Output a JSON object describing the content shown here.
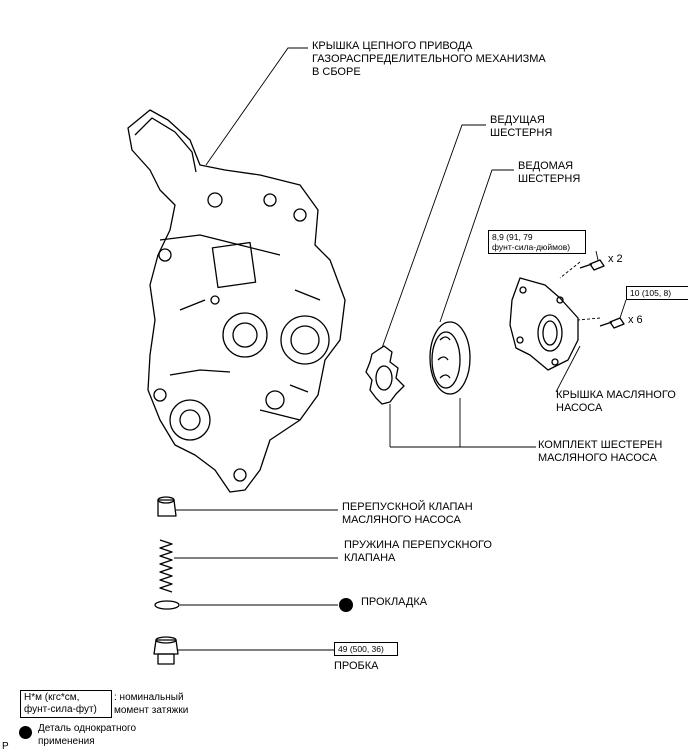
{
  "labels": {
    "timing_cover_1": "КРЫШКА ЦЕПНОГО ПРИВОДА",
    "timing_cover_2": "ГАЗОРАСПРЕДЕЛИТЕЛЬНОГО МЕХАНИЗМА",
    "timing_cover_3": "В СБОРЕ",
    "drive_gear_1": "ВЕДУЩАЯ",
    "drive_gear_2": "ШЕСТЕРНЯ",
    "driven_gear_1": "ВЕДОМАЯ",
    "driven_gear_2": "ШЕСТЕРНЯ",
    "pump_cover_1": "КРЫШКА МАСЛЯНОГО",
    "pump_cover_2": "НАСОСА",
    "gear_set_1": "КОМПЛЕКТ ШЕСТЕРЕН",
    "gear_set_2": "МАСЛЯНОГО НАСОСА",
    "relief_valve_1": "ПЕРЕПУСКНОЙ КЛАПАН",
    "relief_valve_2": "МАСЛЯНОГО НАСОСА",
    "relief_spring_1": "ПРУЖИНА ПЕРЕПУСКНОГО",
    "relief_spring_2": "КЛАПАНА",
    "gasket": "ПРОКЛАДКА",
    "plug": "ПРОБКА"
  },
  "torques": {
    "bolt_small_1": "8,9 (91, 79",
    "bolt_small_2": "фунт-сила-дюймов)",
    "bolt_small_qty": "x 2",
    "bolt_cover": "10 (105, 8)",
    "bolt_cover_qty": "x 6",
    "plug": "49 (500, 36)"
  },
  "legend": {
    "torque_box_1": "Н*м (кгс*см,",
    "torque_box_2": "фунт-сила-фут)",
    "torque_desc_1": ": номинальный",
    "torque_desc_2": "момент затяжки",
    "nonreuse_1": "Деталь однократного",
    "nonreuse_2": "применения"
  },
  "corner_mark": "P"
}
